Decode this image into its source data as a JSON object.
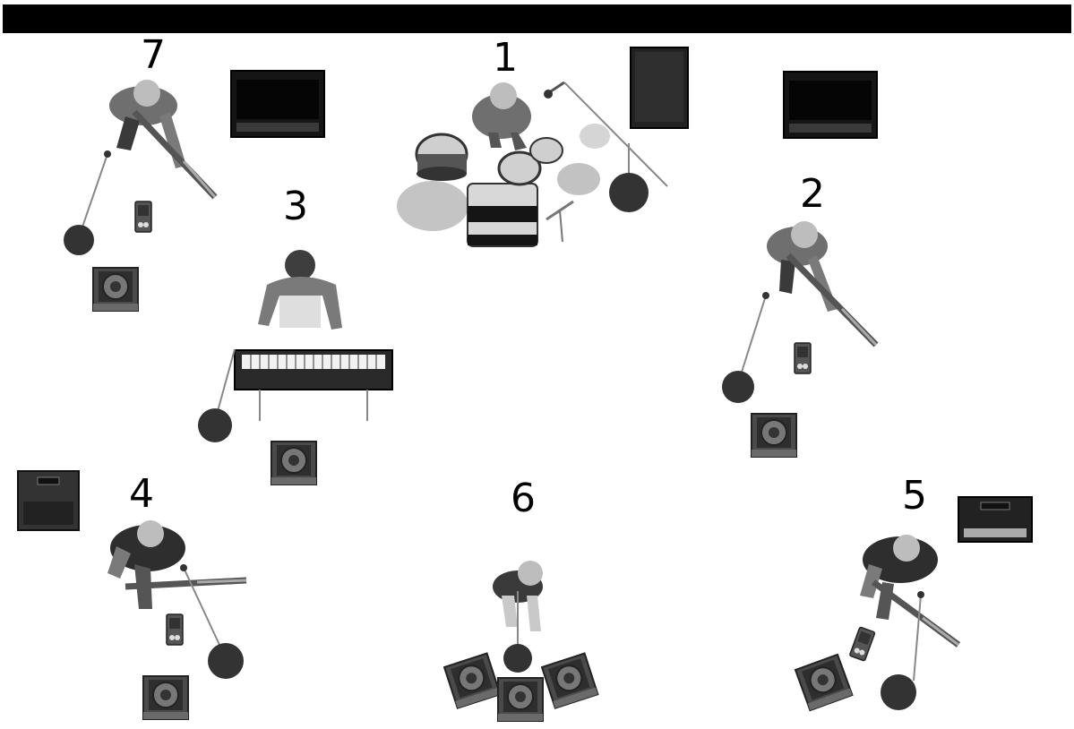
{
  "positions": [
    {
      "id": "1",
      "label": "1",
      "role": "drummer",
      "equipment": [
        "drum-kit",
        "boom-microphone",
        "bass-amp",
        "guitar-amp"
      ]
    },
    {
      "id": "2",
      "label": "2",
      "role": "guitarist",
      "equipment": [
        "microphone",
        "effects-pedal",
        "floor-monitor",
        "guitar-amp"
      ]
    },
    {
      "id": "3",
      "label": "3",
      "role": "keyboardist",
      "equipment": [
        "keyboard",
        "microphone",
        "floor-monitor"
      ]
    },
    {
      "id": "4",
      "label": "4",
      "role": "guitarist",
      "equipment": [
        "microphone",
        "effects-pedal",
        "floor-monitor",
        "combo-amp"
      ]
    },
    {
      "id": "5",
      "label": "5",
      "role": "guitarist",
      "equipment": [
        "microphone",
        "effects-pedal",
        "floor-monitor",
        "combo-amp"
      ]
    },
    {
      "id": "6",
      "label": "6",
      "role": "lead-vocalist",
      "equipment": [
        "microphone",
        "floor-monitor",
        "floor-monitor",
        "floor-monitor"
      ]
    },
    {
      "id": "7",
      "label": "7",
      "role": "guitarist",
      "equipment": [
        "microphone",
        "effects-pedal",
        "floor-monitor",
        "guitar-amp"
      ]
    }
  ],
  "colors": {
    "background": "#ffffff",
    "bar": "#000000",
    "figure": "#6f6f6f",
    "dark": "#2a2a2a",
    "light": "#bdbdbd"
  }
}
